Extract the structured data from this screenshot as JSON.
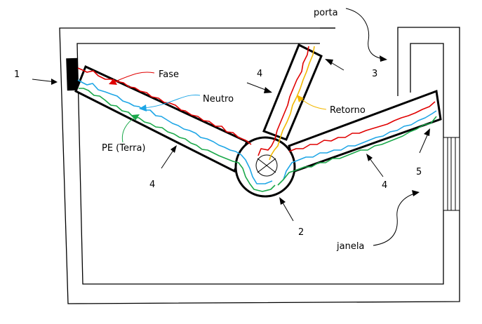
{
  "labels": {
    "num_1": "1",
    "num_2": "2",
    "num_3": "3",
    "num_4_top": "4",
    "num_4_left": "4",
    "num_4_right": "4",
    "num_5": "5",
    "porta": "porta",
    "janela": "janela",
    "fase": "Fase",
    "neutro": "Neutro",
    "pe_terra": "PE (Terra)",
    "retorno": "Retorno"
  },
  "colors": {
    "fase": "#e00000",
    "neutro": "#1ea6e6",
    "pe_terra": "#1aa84a",
    "retorno": "#f2b800",
    "outline": "#000000"
  }
}
